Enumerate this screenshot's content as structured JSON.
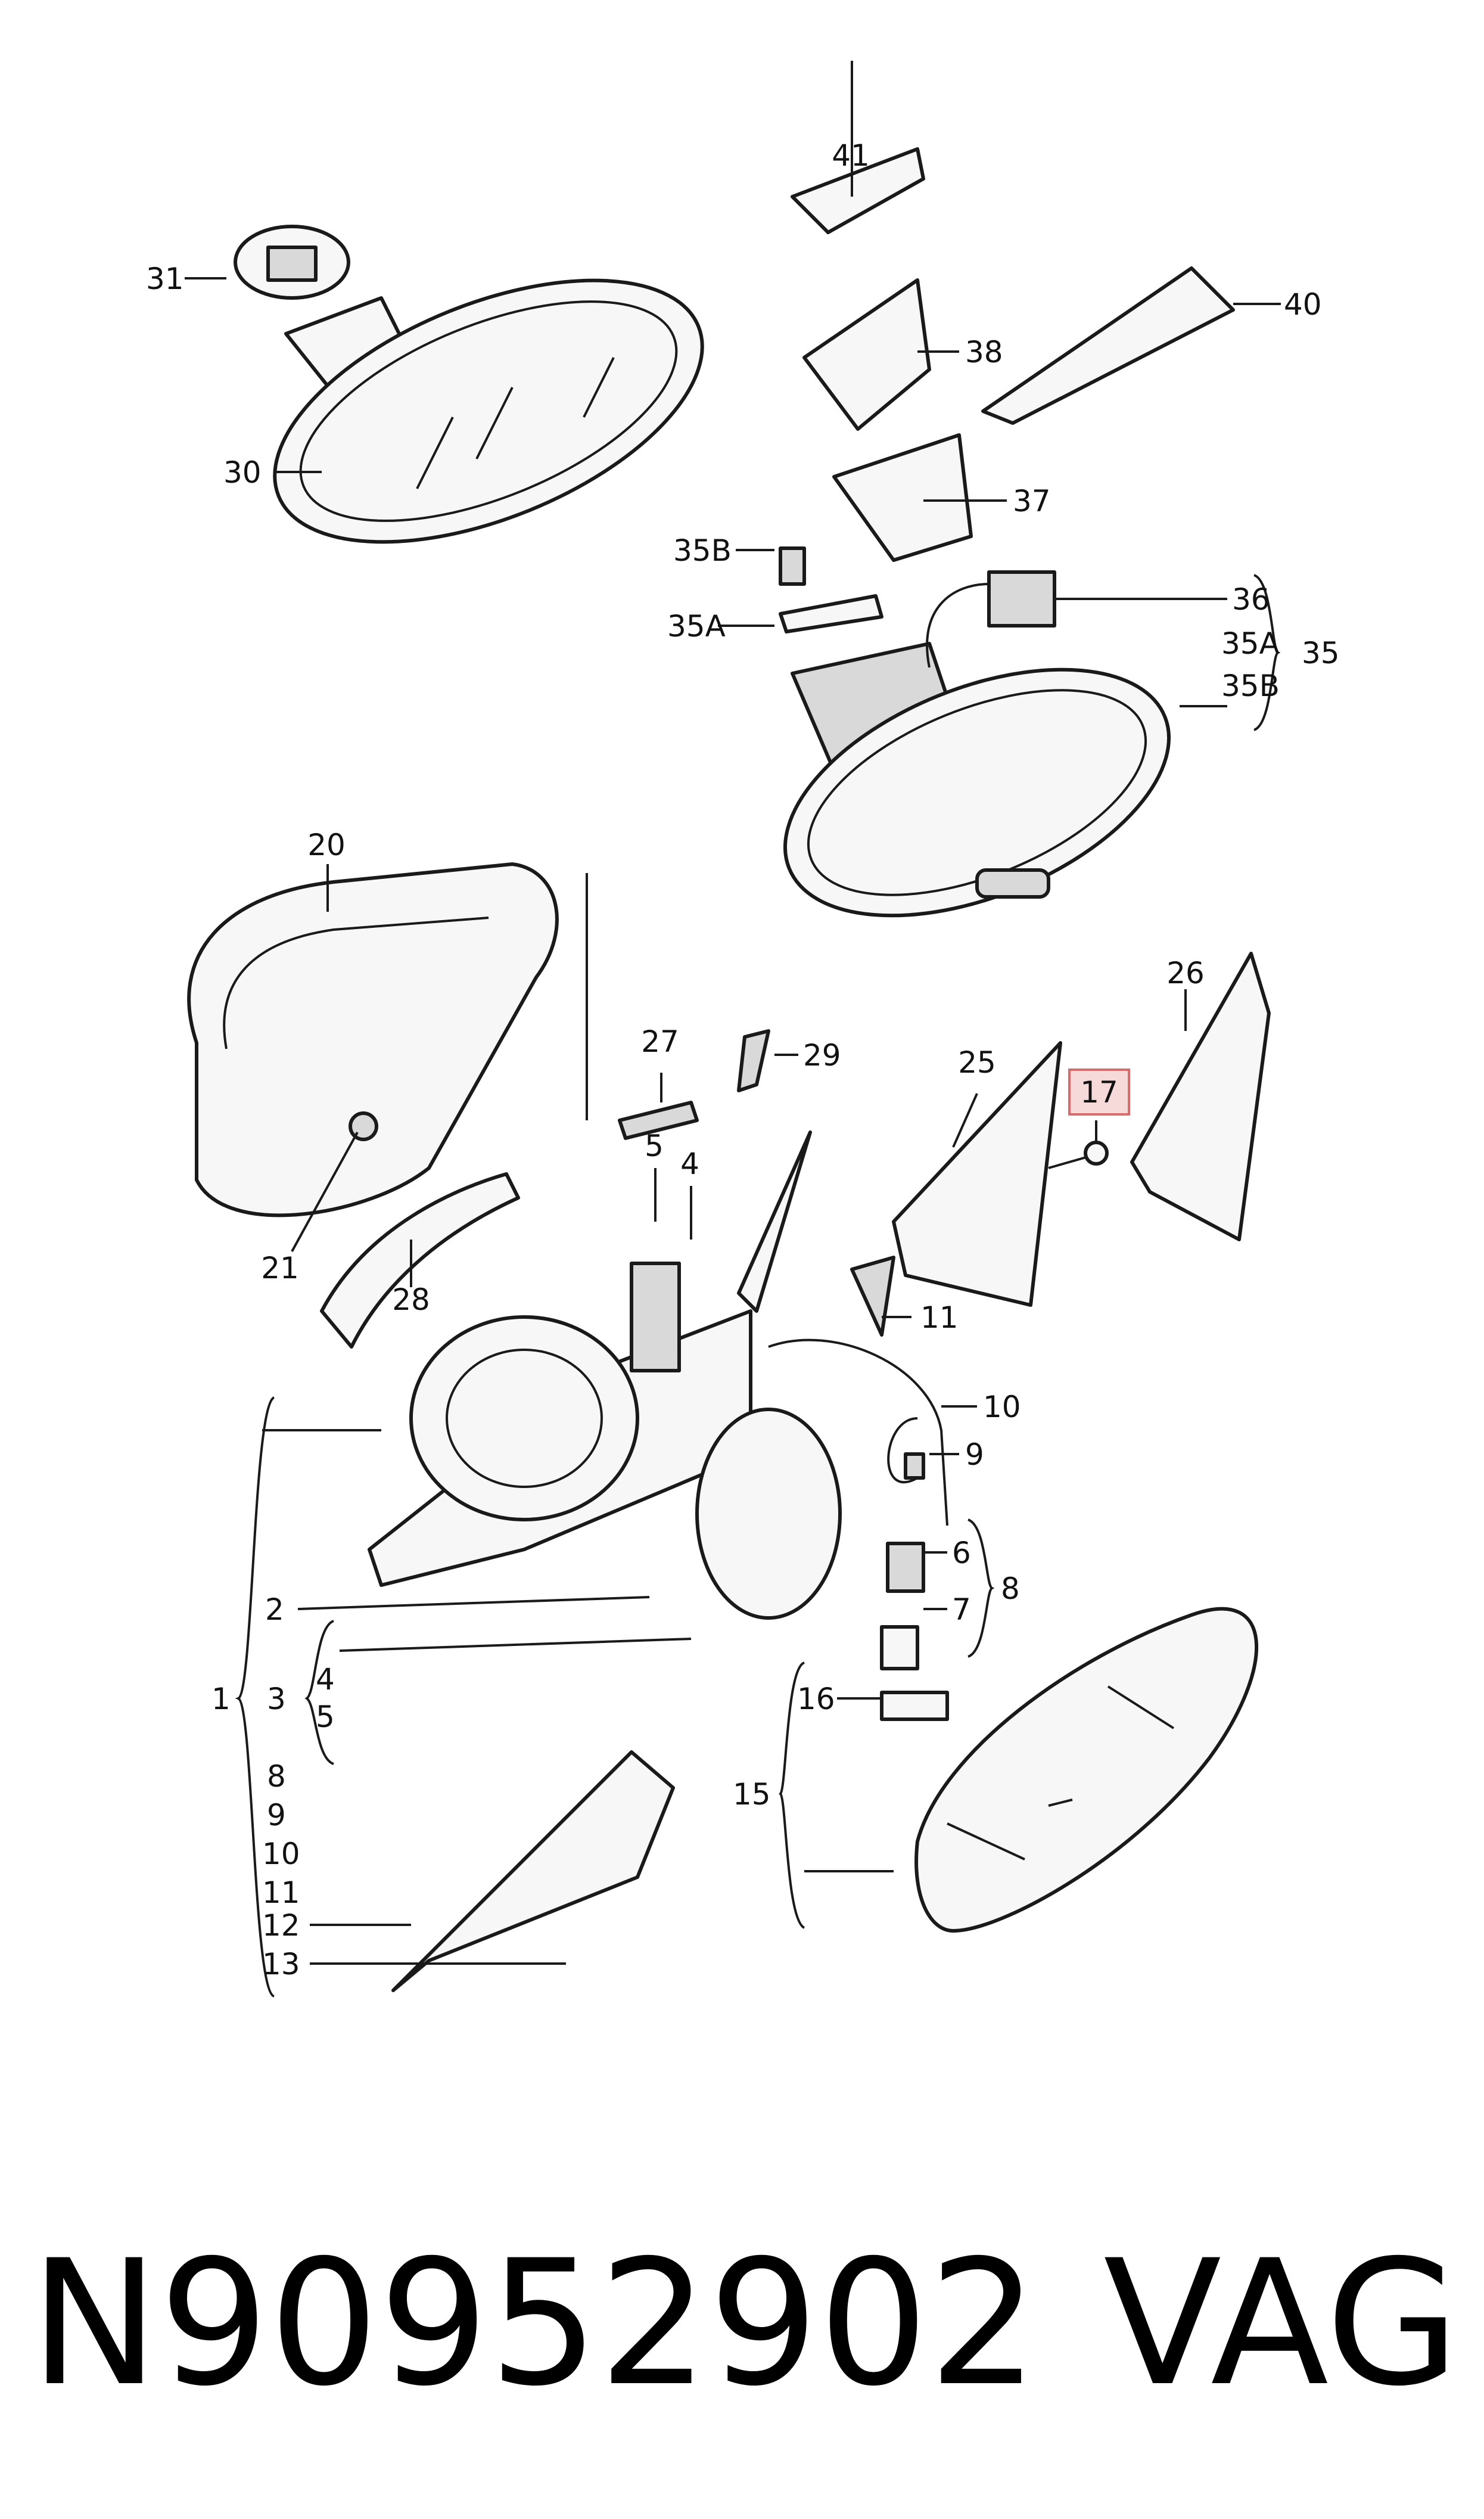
{
  "part_labels": {
    "l1": "1",
    "l2": "2",
    "l3": "3",
    "l4a": "4",
    "l4b": "4",
    "l5a": "5",
    "l5b": "5",
    "l6": "6",
    "l7": "7",
    "l8a": "8",
    "l8b": "8",
    "l9a": "9",
    "l9b": "9",
    "l10a": "10",
    "l10b": "10",
    "l11a": "11",
    "l11b": "11",
    "l12": "12",
    "l13": "13",
    "l15": "15",
    "l16": "16",
    "l17": "17",
    "l20": "20",
    "l21": "21",
    "l25": "25",
    "l26": "26",
    "l27": "27",
    "l28": "28",
    "l29": "29",
    "l30": "30",
    "l31": "31",
    "l35": "35",
    "l35a_left": "35A",
    "l35a_right": "35A",
    "l35b_left": "35B",
    "l35b_right": "35B",
    "l36": "36",
    "l37": "37",
    "l38": "38",
    "l40": "40",
    "l41": "41"
  },
  "highlighted_part": "17",
  "highlight_color": "#f6dada",
  "footer": {
    "part_number": "N90952902",
    "brand": "VAG"
  }
}
